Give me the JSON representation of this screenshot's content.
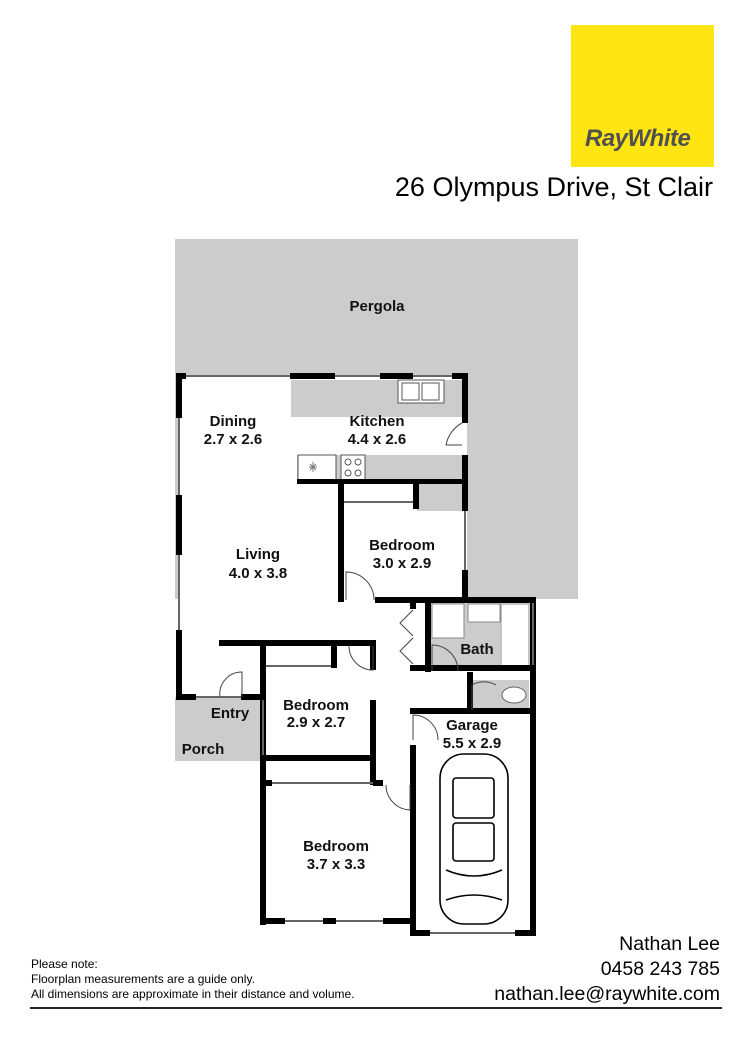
{
  "brand": {
    "name": "RayWhite",
    "logo_bg": "#ffe512",
    "logo_text_color": "#505050"
  },
  "property": {
    "address": "26 Olympus Drive, St Clair"
  },
  "floorplan": {
    "rooms": [
      {
        "id": "pergola",
        "name": "Pergola",
        "dims": ""
      },
      {
        "id": "dining",
        "name": "Dining",
        "dims": "2.7 x 2.6"
      },
      {
        "id": "kitchen",
        "name": "Kitchen",
        "dims": "4.4 x 2.6"
      },
      {
        "id": "living",
        "name": "Living",
        "dims": "4.0 x 3.8"
      },
      {
        "id": "bedroom1",
        "name": "Bedroom",
        "dims": "3.0 x 2.9"
      },
      {
        "id": "bath",
        "name": "Bath",
        "dims": ""
      },
      {
        "id": "entry",
        "name": "Entry",
        "dims": ""
      },
      {
        "id": "porch",
        "name": "Porch",
        "dims": ""
      },
      {
        "id": "bedroom2",
        "name": "Bedroom",
        "dims": "2.9 x 2.7"
      },
      {
        "id": "garage",
        "name": "Garage",
        "dims": "5.5 x 2.9"
      },
      {
        "id": "bedroom3",
        "name": "Bedroom",
        "dims": "3.7 x 3.3"
      }
    ],
    "colors": {
      "outdoor": "#cccccc",
      "wall": "#000000",
      "floor": "#ffffff",
      "wet_area": "#cccccc"
    }
  },
  "disclaimer": {
    "title": "Please note:",
    "line1": "Floorplan measurements are a guide only.",
    "line2": "All dimensions are approximate in their distance and volume."
  },
  "agent": {
    "name": "Nathan Lee",
    "phone": "0458 243 785",
    "email": "nathan.lee@raywhite.com"
  }
}
